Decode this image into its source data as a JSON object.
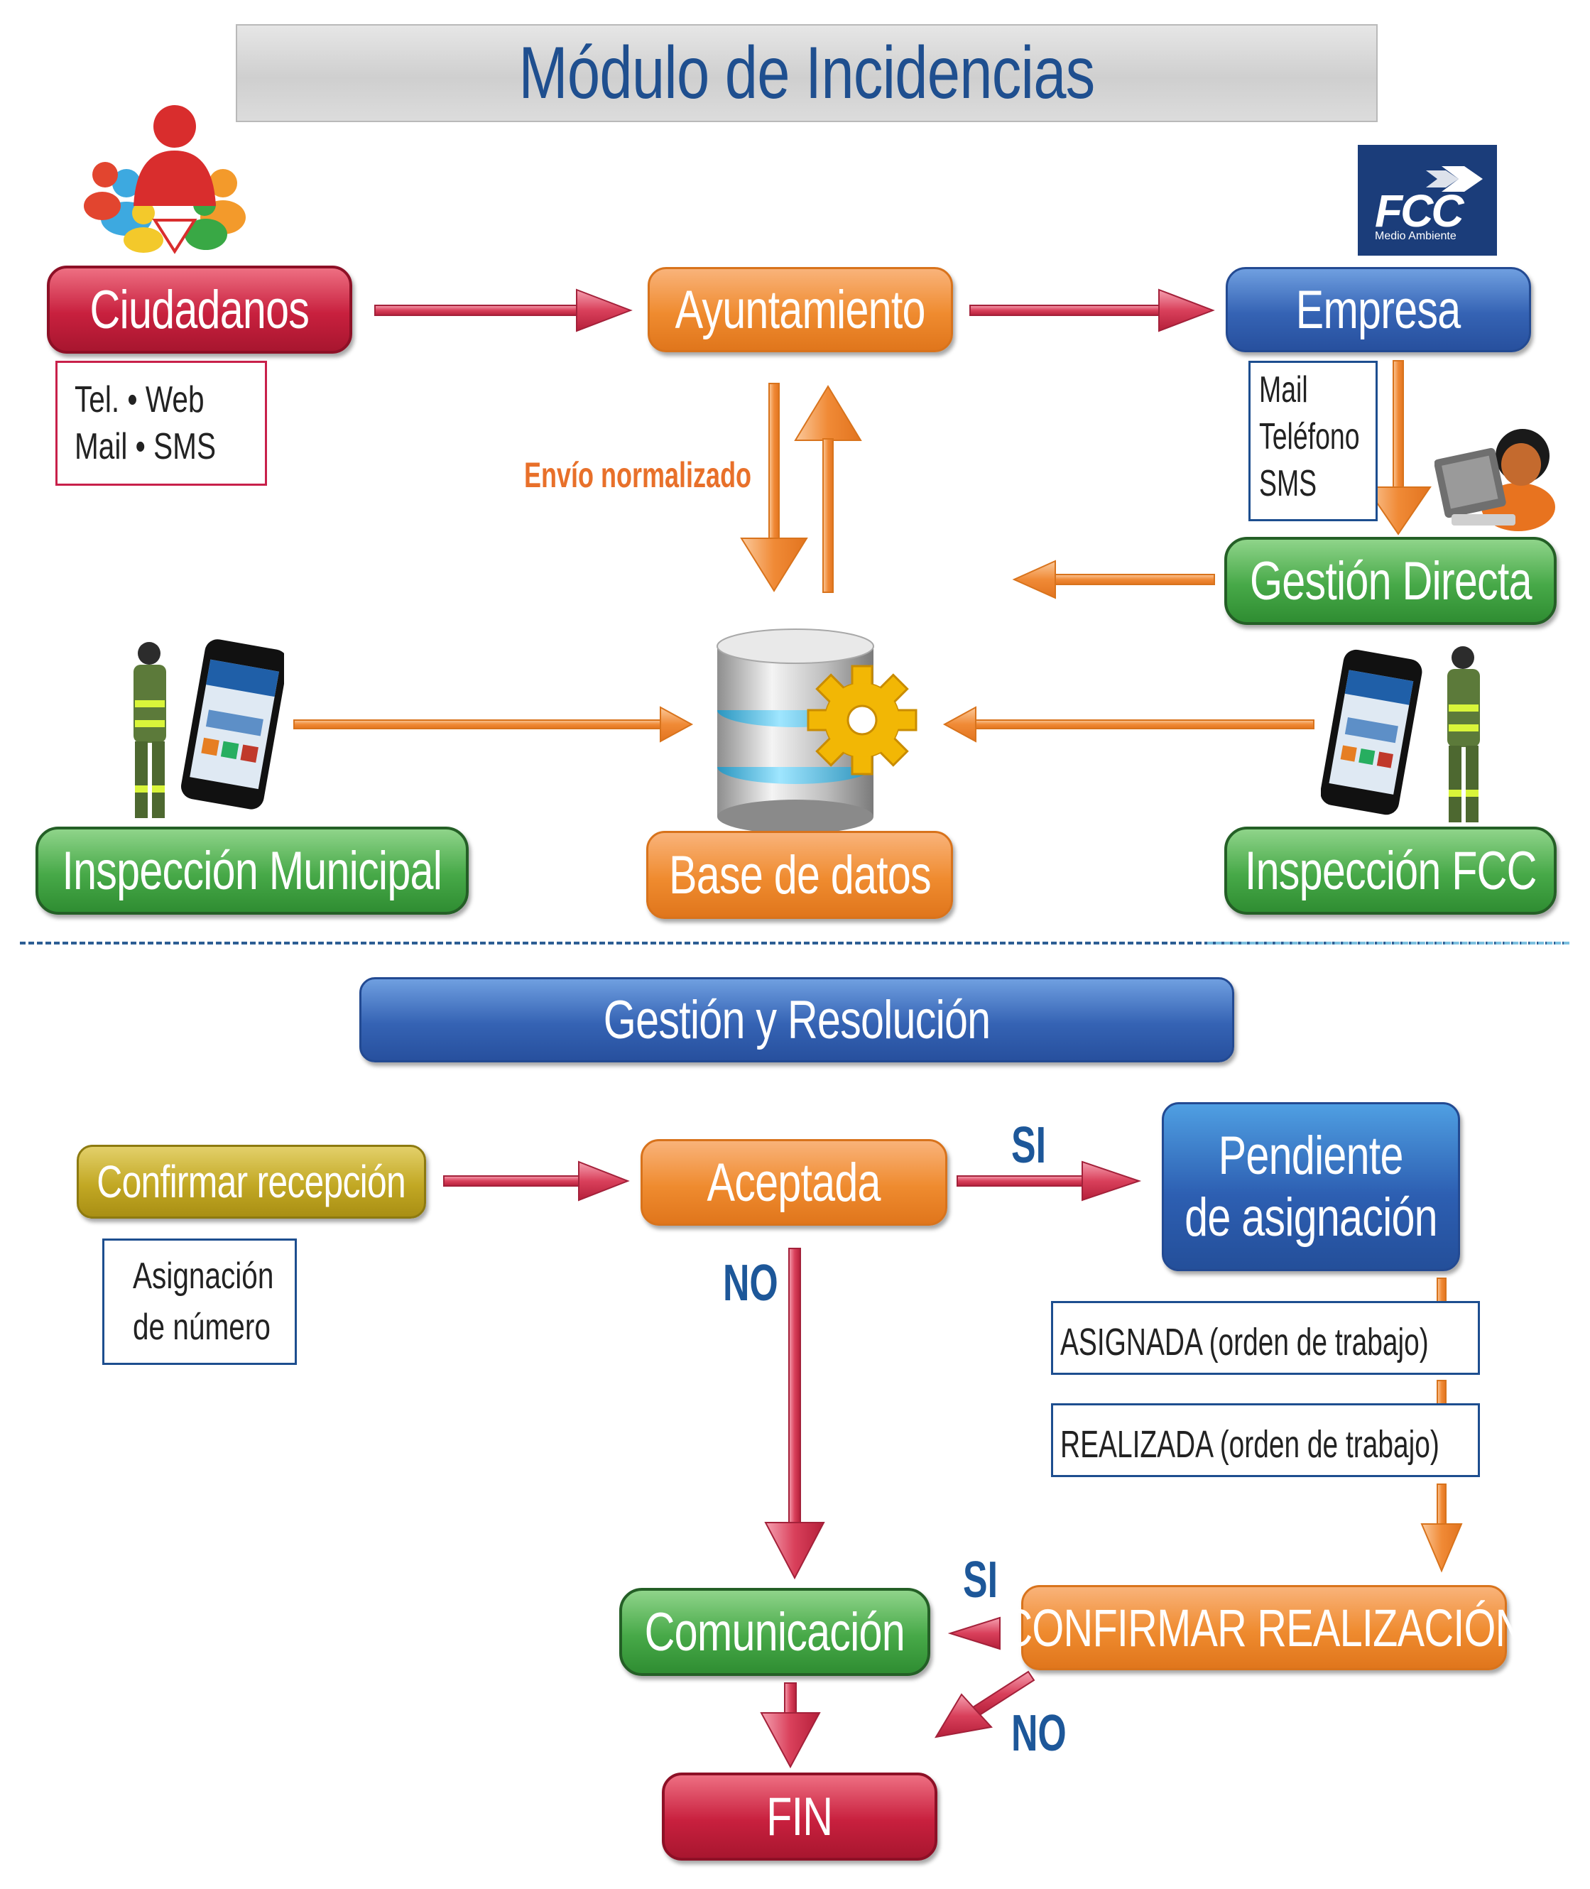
{
  "title": "Módulo de Incidencias",
  "nodes": {
    "ciudadanos": "Ciudadanos",
    "ayuntamiento": "Ayuntamiento",
    "empresa": "Empresa",
    "gestion_directa": "Gestión Directa",
    "inspeccion_municipal": "Inspección Municipal",
    "base_de_datos": "Base de datos",
    "inspeccion_fcc": "Inspección FCC",
    "gestion_resolucion": "Gestión y Resolución",
    "confirmar_recepcion": "Confirmar recepción",
    "aceptada": "Aceptada",
    "pendiente_line1": "Pendiente",
    "pendiente_line2": "de asignación",
    "asignada": "ASIGNADA (orden de trabajo)",
    "realizada": "REALIZADA (orden de trabajo)",
    "confirmar_realizacion": "CONFIRMAR REALIZACIÓN",
    "comunicacion": "Comunicación",
    "fin": "FIN"
  },
  "notes": {
    "ciudadanos_line1": "Tel. • Web",
    "ciudadanos_line2": "Mail • SMS",
    "empresa_line1": "Mail",
    "empresa_line2": "Teléfono",
    "empresa_line3": "SMS",
    "asignacion_line1": "Asignación",
    "asignacion_line2": "de número"
  },
  "labels": {
    "envio": "Envío normalizado",
    "si_1": "SI",
    "no_1": "NO",
    "si_2": "SI",
    "no_2": "NO"
  },
  "logo": {
    "text": "FCC",
    "subtext": "Medio Ambiente"
  },
  "colors": {
    "title": "#1f4f8f",
    "red": "#c8203e",
    "orange": "#ef8b2f",
    "blue": "#3563b4",
    "green": "#47a948",
    "yellow": "#c2a824",
    "label_blue": "#1d5799",
    "label_orange": "#e8702a"
  }
}
